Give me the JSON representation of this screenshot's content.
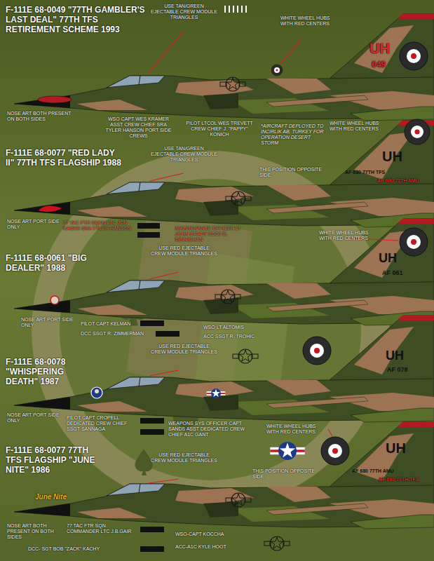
{
  "diagram": {
    "labels": [
      "F-111E 68-0049 \"77TH GAMBLER'S LAST DEAL\" 77TH TFS RETIREMENT SCHEME 1993",
      "USE TAN/GREEN EJECTABLE CREW MODULE TRIANGLES",
      "WHITE WHEEL HUBS WITH RED CENTERS",
      "UH",
      "049",
      "NOSE ART BOTH PRESENT ON BOTH SIDES",
      "WSO CAPT WES KRAMER ASST CREW CHIEF SRA TYLER HANSON PORT SIDE CREWS",
      "PILOT LTCOL WES TREVETT CREW CHIEF J. \"PAPPY\" KONICH",
      "*AIRCRAFT DEPLOYED TO INCIRLIK AB, TURKEY FOR OPERATION DESERT STORM",
      "WHITE WHEEL HUBS WITH RED CENTERS",
      "F-111E 68-0077 \"RED LADY II\" 77TH TFS FLAGSHIP 1988",
      "USE TAN/GREEN EJECTABLE CREW MODULE TRIANGLES",
      "THIS POSITION OPPOSITE SIDE",
      "UH",
      "AF 680 77TH TFS",
      "AF 680 77TH AMU",
      "NOSE ART PORT SIDE ONLY",
      "77 TAC FTR SQDN LTC JON KAGER SRA TYLER HANSON",
      "MAINTENANCE OFFICER LT JOHN BRADY SSGT B. DINNIGHAN",
      "USE RED EJECTABLE CREW MODULE TRIANGLES",
      "WHITE WHEEL HUBS WITH RED CENTERS",
      "F-111E 68-0061 \"BIG DEALER\" 1988",
      "UH",
      "AF 061",
      "NOSE ART PORT SIDE ONLY",
      "PILOT CAPT KELMAN",
      "WSO LT ALTOMIS",
      "DCC SSGT R. ZIMMERMAN",
      "ACC SSGT R. TROHIC",
      "USE RED EJECTABLE CREW MODULE TRIANGLES",
      "F-111E 68-0078 \"WHISPERING DEATH\" 1987",
      "UH",
      "AF 078",
      "NOSE ART PORT SIDE ONLY",
      "PILOT CAPT CROPELL DEDICATED CREW CHIEF SSGT SANNAGA",
      "WEAPONS SYS OFFICER CAPT SANDS ASST DEDICATED CREW CHIEF A1C GANT",
      "WHITE WHEEL HUBS WITH RED CENTERS",
      "USE RED EJECTABLE CREW MODULE TRIANGLES",
      "F-111E 68-0077 77TH TFS FLAGSHIP \"JUNE NITE\" 1986",
      "THIS POSITION OPPOSITE SIDE",
      "UH",
      "AF 680 77TH AMU",
      "AF 680 77TH TFS",
      "June Nite",
      "NOSE ART BOTH PRESENT ON BOTH SIDES",
      "77 TAC FTR SQN COMMANDER LTC J.B.GAIR",
      "WSO-CAPT KOCCHA",
      "DCC- SGT BOB \"ZACK\" KACHY",
      "ACC-A1C KYLE HOOT"
    ]
  }
}
